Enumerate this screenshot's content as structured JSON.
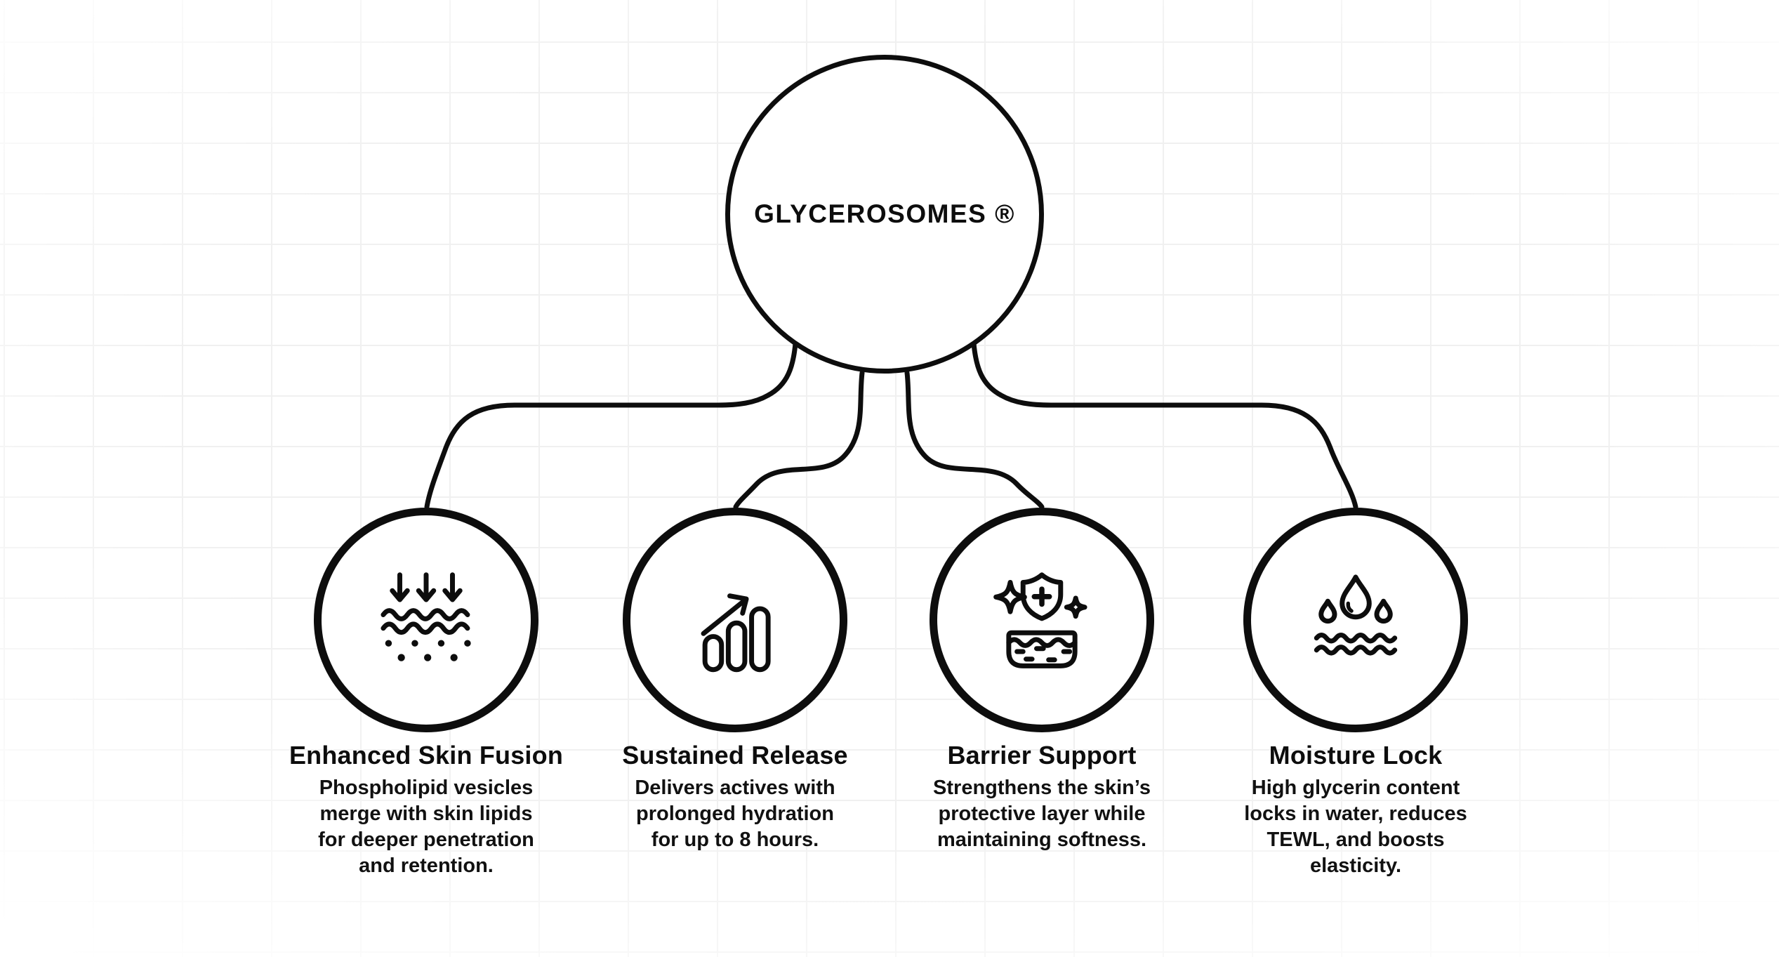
{
  "canvas": {
    "background_color": "#ffffff",
    "grid_color": "#f0f0f0",
    "ink_color": "#0d0d0d"
  },
  "root": {
    "title": "GLYCEROSOMES ®"
  },
  "branches": [
    {
      "icon": "skin-penetration-icon",
      "title": "Enhanced Skin Fusion",
      "description": "Phospholipid vesicles\nmerge with skin lipids\nfor deeper penetration\nand retention."
    },
    {
      "icon": "rising-bars-arrow-icon",
      "title": "Sustained Release",
      "description": "Delivers actives with\nprolonged hydration\nfor up to 8 hours."
    },
    {
      "icon": "shield-skin-layer-icon",
      "title": "Barrier Support",
      "description": "Strengthens the skin’s\nprotective layer while\nmaintaining softness."
    },
    {
      "icon": "water-drops-waves-icon",
      "title": "Moisture Lock",
      "description": "High glycerin content\nlocks in water, reduces\nTEWL, and boosts\nelasticity."
    }
  ]
}
